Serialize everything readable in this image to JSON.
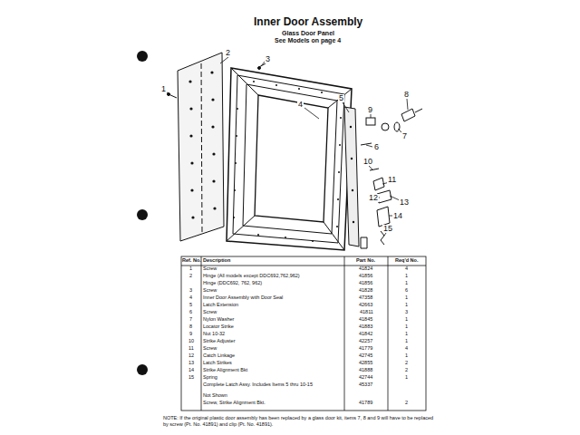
{
  "diagram": {
    "title": "Inner Door Assembly",
    "labels": [
      "Glass Door Panel",
      "See Models on page 4",
      "1",
      "2",
      "3",
      "4",
      "5",
      "6",
      "7",
      "8",
      "9",
      "10",
      "11",
      "12",
      "13",
      "14",
      "15",
      "Ref. No.",
      "Description",
      "Part No.",
      "Req'd No.",
      "1",
      "Screw",
      "41824",
      "4",
      "2",
      "Hinge (All models except DDC692,762,962)",
      "41856",
      "1",
      "Hinge (DDC692, 762, 962)",
      "41856",
      "1",
      "3",
      "Screw",
      "41828",
      "6",
      "4",
      "Inner Door Assembly with Door Seal",
      "47358",
      "1",
      "5",
      "Latch Extension",
      "42663",
      "1",
      "6",
      "Screw",
      "41811",
      "3",
      "7",
      "Nylon Washer",
      "41845",
      "1",
      "8",
      "Locator Strike",
      "41883",
      "1",
      "9",
      "Nut 10-32",
      "41842",
      "1",
      "10",
      "Strike Adjuster",
      "42257",
      "1",
      "11",
      "Screw",
      "41779",
      "4",
      "12",
      "Catch Linkage",
      "42745",
      "1",
      "13",
      "Latch Strikes",
      "42855",
      "2",
      "14",
      "Strike Alignment Bkt",
      "41888",
      "2",
      "15",
      "Spring",
      "42744",
      "1",
      "Complete Latch Assy. Includes Items 5 thru 10-15",
      "45337",
      "Not Shown",
      "Screw, Strike Alignment Bkt.",
      "41789",
      "2",
      "NOTE: If the original plastic door assembly has been replaced by a glass door kit, items 7, 8 and 9 will have to be replaced by screw (Pt. No. 41891) and clip (Pt. No. 41891)."
    ]
  }
}
